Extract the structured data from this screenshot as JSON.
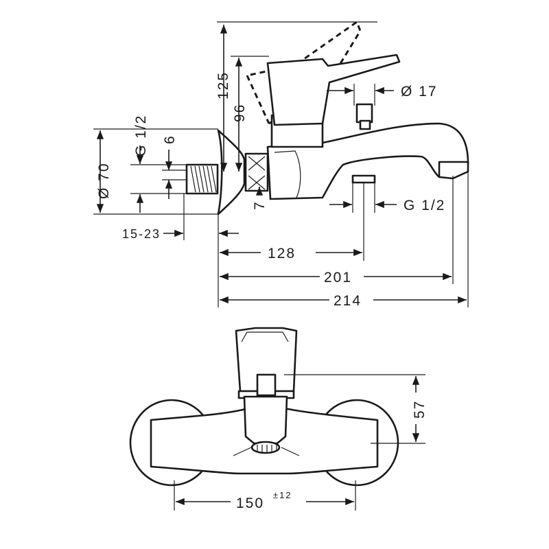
{
  "side_view": {
    "dim_125": "125",
    "dim_96": "96",
    "dim_17": "Ø 17",
    "dim_g12_inlet": "G 1/2",
    "dim_6": "6",
    "dim_70": "Ø 70",
    "dim_7": "7",
    "dim_g12_outlet": "G 1/2",
    "dim_15_23": "15-23",
    "dim_128": "128",
    "dim_201": "201",
    "dim_214": "214"
  },
  "front_view": {
    "dim_57": "57",
    "dim_150": "150",
    "dim_150_tolerance": "±12"
  }
}
